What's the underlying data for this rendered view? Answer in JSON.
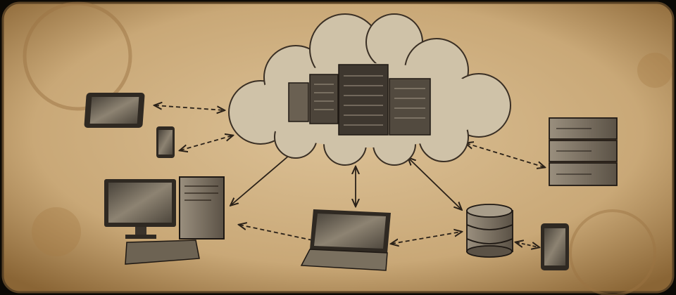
{
  "colors": {
    "paper": "#c9a877",
    "paper_light": "#dcc196",
    "paper_edge": "#8a6535",
    "ink": "#2a2118",
    "shade": "#6f6354",
    "cloud": "#cfc2a8",
    "screen": "#5e574c"
  },
  "nodes": [
    {
      "id": "cloud",
      "icon": "cloud-icon"
    },
    {
      "id": "cloud-servers",
      "icon": "server-tower-icon"
    },
    {
      "id": "tablet",
      "icon": "tablet-icon"
    },
    {
      "id": "phone-left",
      "icon": "smartphone-icon"
    },
    {
      "id": "desktop",
      "icon": "desktop-computer-icon"
    },
    {
      "id": "laptop",
      "icon": "laptop-icon"
    },
    {
      "id": "database",
      "icon": "database-icon"
    },
    {
      "id": "phone-right",
      "icon": "smartphone-icon"
    },
    {
      "id": "server-rack",
      "icon": "server-rack-icon"
    }
  ],
  "connections": [
    {
      "from": "tablet",
      "to": "cloud",
      "style": "dashed"
    },
    {
      "from": "phone-left",
      "to": "cloud",
      "style": "dashed"
    },
    {
      "from": "desktop",
      "to": "cloud",
      "style": "solid"
    },
    {
      "from": "desktop",
      "to": "laptop",
      "style": "dashed"
    },
    {
      "from": "laptop",
      "to": "cloud",
      "style": "solid"
    },
    {
      "from": "database",
      "to": "cloud",
      "style": "solid"
    },
    {
      "from": "laptop",
      "to": "database",
      "style": "dashed"
    },
    {
      "from": "database",
      "to": "phone-right",
      "style": "dashed"
    },
    {
      "from": "server-rack",
      "to": "cloud",
      "style": "dashed"
    }
  ]
}
